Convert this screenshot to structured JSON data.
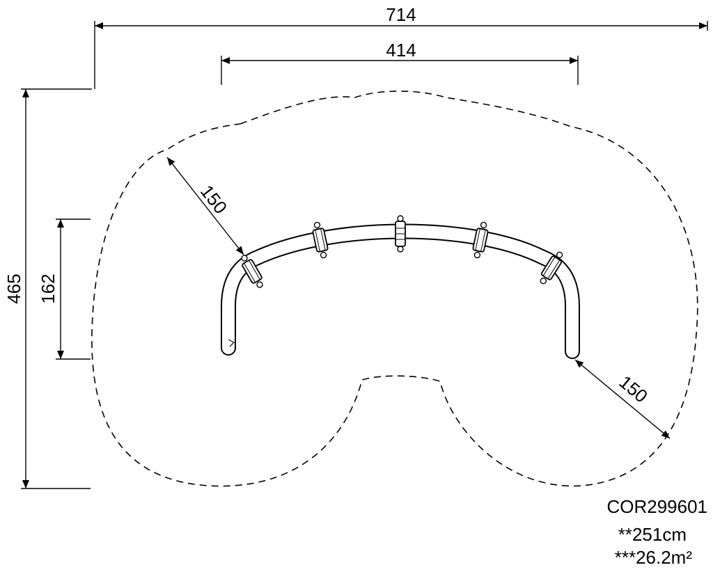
{
  "dimensions": {
    "overall_width": "714",
    "frame_width": "414",
    "overall_height": "465",
    "frame_height": "162",
    "clearance_left": "150",
    "clearance_right": "150"
  },
  "info": {
    "product_code": "COR299601",
    "height": "**251cm",
    "area": "***26.2m²"
  }
}
